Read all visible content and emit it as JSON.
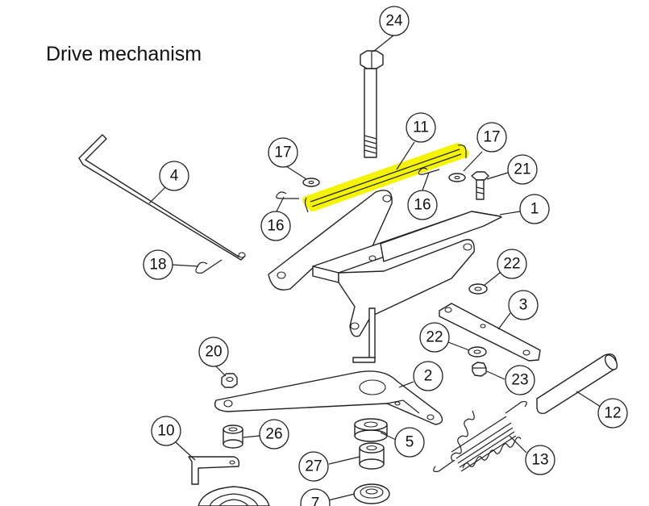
{
  "title": "Drive mechanism",
  "highlight_color": "#f4f400",
  "callouts": [
    {
      "key": "c24",
      "label": "24"
    },
    {
      "key": "c11",
      "label": "11"
    },
    {
      "key": "c17a",
      "label": "17"
    },
    {
      "key": "c17b",
      "label": "17"
    },
    {
      "key": "c21",
      "label": "21"
    },
    {
      "key": "c16a",
      "label": "16"
    },
    {
      "key": "c16b",
      "label": "16"
    },
    {
      "key": "c4",
      "label": "4"
    },
    {
      "key": "c1",
      "label": "1"
    },
    {
      "key": "c18",
      "label": "18"
    },
    {
      "key": "c22a",
      "label": "22"
    },
    {
      "key": "c3",
      "label": "3"
    },
    {
      "key": "c22b",
      "label": "22"
    },
    {
      "key": "c20",
      "label": "20"
    },
    {
      "key": "c2",
      "label": "2"
    },
    {
      "key": "c23",
      "label": "23"
    },
    {
      "key": "c12",
      "label": "12"
    },
    {
      "key": "c10",
      "label": "10"
    },
    {
      "key": "c26",
      "label": "26"
    },
    {
      "key": "c5",
      "label": "5"
    },
    {
      "key": "c13",
      "label": "13"
    },
    {
      "key": "c27",
      "label": "27"
    },
    {
      "key": "c7",
      "label": "7"
    }
  ]
}
